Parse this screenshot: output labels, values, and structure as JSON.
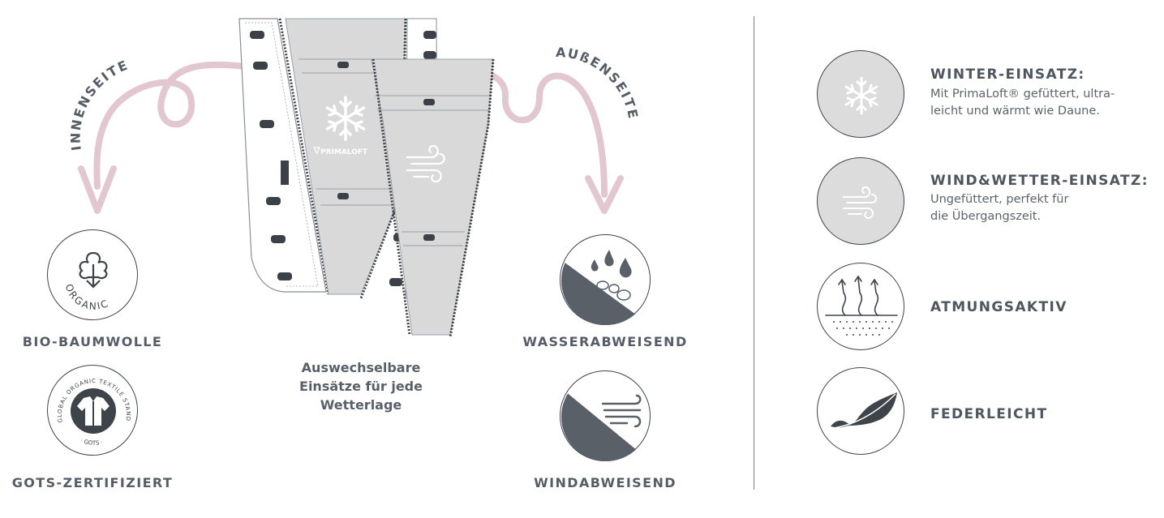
{
  "left": {
    "curve_label_inner": "INNENSEITE",
    "curve_label_outer": "AUßENSEITE",
    "badges": [
      {
        "id": "organic",
        "label": "BIO-BAUMWOLLE",
        "ring_text": "ORGANIC"
      },
      {
        "id": "gots",
        "label": "GOTS-ZERTIFIZIERT",
        "ring_text": "GLOBAL ORGANIC TEXTILE STANDARD",
        "ring_text_bottom": "· GOTS ·"
      },
      {
        "id": "water",
        "label": "WASSERABWEISEND"
      },
      {
        "id": "wind",
        "label": "WINDABWEISEND"
      }
    ],
    "primaloft": "PRIMALOFT",
    "caption": [
      "Auswechselbare",
      "Einsätze für jede",
      "Wetterlage"
    ]
  },
  "features": [
    {
      "title": "WINTER-EINSATZ:",
      "desc": [
        "Mit PrimaLoft® gefüttert, ultra-",
        "leicht und wärmt wie Daune."
      ],
      "icon": "snowflake-icon"
    },
    {
      "title": "WIND&WETTER-EINSATZ:",
      "desc": [
        "Ungefüttert, perfekt für",
        "die Übergangszeit."
      ],
      "icon": "wind-icon"
    },
    {
      "title": "ATMUNGSAKTIV",
      "desc": [],
      "icon": "breathable-icon"
    },
    {
      "title": "FEDERLEICHT",
      "desc": [],
      "icon": "feather-icon"
    }
  ],
  "colors": {
    "text": "#565d66",
    "arrow": "#e3c7d0",
    "panel": "#d9d9d9",
    "dark": "#5a6068"
  }
}
